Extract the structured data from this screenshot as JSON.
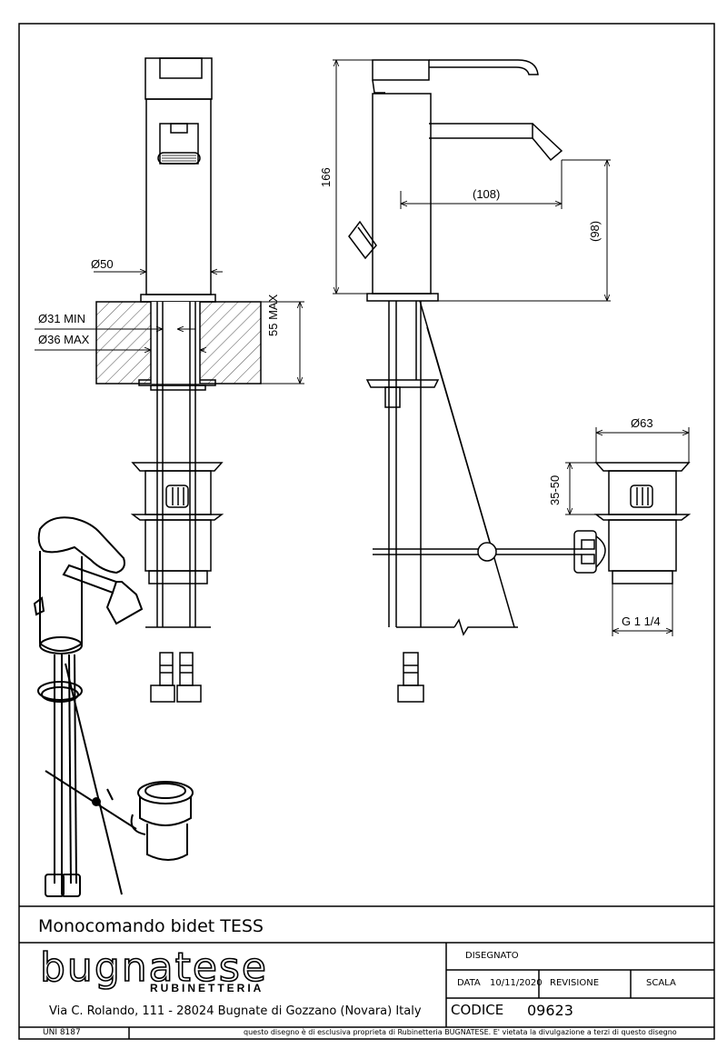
{
  "titleblock": {
    "product_title": "Monocomando bidet TESS",
    "brand": "bugnatese",
    "brand_sub": "RUBINETTERIA",
    "address": "Via C. Rolando, 111 - 28024 Bugnate di Gozzano (Novara) Italy",
    "disegnato_label": "DISEGNATO",
    "data_label": "DATA",
    "data_value": "10/11/2020",
    "revisione_label": "REVISIONE",
    "scala_label": "SCALA",
    "codice_label": "CODICE",
    "codice_value": "09623",
    "standard": "UNI 8187",
    "notice": "questo disegno è di esclusiva proprieta di Rubinetteria BUGNATESE. E' vietata la divulgazione a terzi di questo disegno"
  },
  "dimensions": {
    "d50": "Ø50",
    "d31min": "Ø31 MIN",
    "d36max": "Ø36 MAX",
    "max55": "55 MAX",
    "h166": "166",
    "reach108": "(108)",
    "h98": "(98)",
    "d63": "Ø63",
    "range3550": "35-50",
    "thread": "G 1 1/4"
  },
  "colors": {
    "line": "#000000",
    "paper": "#ffffff"
  }
}
